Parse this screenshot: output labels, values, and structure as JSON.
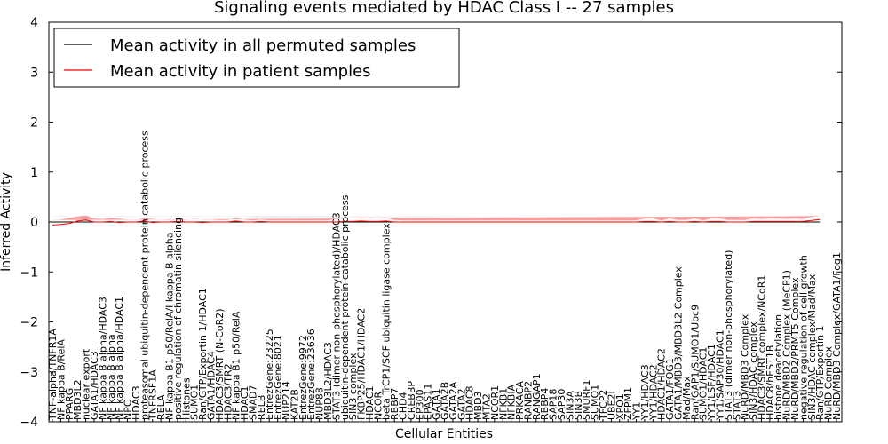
{
  "chart_data": {
    "type": "line",
    "title": "Signaling events mediated by HDAC Class I -- 27 samples",
    "xlabel": "Cellular Entities",
    "ylabel": "Inferred Activity",
    "ylim": [
      -4,
      4
    ],
    "yticks": [
      "4",
      "3",
      "2",
      "1",
      "0",
      "−1",
      "−2",
      "−3",
      "−4"
    ],
    "legend_position": "top-left",
    "categories": [
      "TNF-alpha/TNFR1A",
      "NF kappa B/RelA",
      "PPARG",
      "MBD3L2",
      "nuclear export",
      "GATA1/HDAC3",
      "NF kappa B alpha/HDAC3",
      "NF kappa B alpha",
      "NF kappa B alpha/HDAC1",
      "NPC",
      "HDAC3",
      "proteasomal ubiquitin-dependent protein catabolic process",
      "TNFRSF1A",
      "RELA",
      "NF kappa B1 p50/RelA/I kappa B alpha",
      "positive regulation of chromatin silencing",
      "Histones",
      "SUMO1",
      "Ran/GTP/Exportin 1/HDAC1",
      "GATA1/HDAC4",
      "HDAC3/SMRT (N-CoR2)",
      "HDAC3/TR2",
      "NF kappa B1 p50/RelA",
      "HDAC1",
      "SMAD7",
      "RELB",
      "EntrezGene:23225",
      "EntrezGene:8021",
      "NUP214",
      "KAT2B",
      "EntrezGene:9972",
      "EntrezGene:23636",
      "NUP88",
      "MBD3L2/HDAC3",
      "STAT3 (dimer non-phosphorylated)/HDAC3",
      "ubiquitin-dependent protein catabolic process",
      "SIN3 complex",
      "FKBP25/HDAC1/HDAC2",
      "HDAC1",
      "NCOR",
      "beta TrCP1/SCF ubiquitin ligase complex",
      "RBBP7",
      "CHD4",
      "CREBBP",
      "EP300",
      "EPAS11",
      "GATA1",
      "GATA2B",
      "GATA2A",
      "GATA2",
      "HDAC8",
      "MBD3",
      "MTA2",
      "NCOR1",
      "NFKB1",
      "NFKBIA",
      "PRKACA",
      "RANBP2",
      "RANGAP1",
      "RBBP4",
      "SAP18",
      "SAP30",
      "SIN3A",
      "SIN3B",
      "SMURF1",
      "SUMO1",
      "TFCP2",
      "UBE2I",
      "XPO1",
      "ZFPM1",
      "YY1",
      "YY1/HDAC3",
      "YY1/HDAC2",
      "HDAC1/HDAC2",
      "GATA1/FOG1",
      "GATA1/MBD3/MBD3L2 Complex",
      "Mad/Max",
      "Ran/GAP1/SUMO1/Ubc9",
      "SUMO1/HDAC1",
      "YY1/LSF/HDAC1",
      "YY1/SAP30/HDAC1",
      "STAT3 (dimer non-phosphorylated)",
      "STAT3",
      "NuRD/MBD3 Complex",
      "SIN3/HDAC complex",
      "HDAC3/SMRT complex/NCoR1",
      "HDAC8/hEST1B",
      "histone deacetylation",
      "NuRD/MBD2 Complex (MeCP1)",
      "NuRD/MBD2/PRMT5 Complex",
      "negative regulation of cell growth",
      "SIN3/HDAC complex/Mad/Max",
      "Ran/GTP/Exportin 1",
      "NuRD Complex",
      "NuRD/MBD3 Complex/GATA1/Fog1"
    ],
    "series": [
      {
        "name": "Mean activity in all permuted samples",
        "color": "#000000",
        "values": [
          0,
          0,
          0,
          0,
          0,
          0,
          0,
          0,
          0,
          0,
          0,
          0,
          0,
          0,
          0,
          0,
          0,
          0,
          0,
          0,
          0,
          0,
          0,
          0,
          0,
          0,
          0,
          0,
          0,
          0,
          0,
          0,
          0,
          0,
          0,
          0,
          0,
          0,
          0,
          0,
          0,
          0,
          0,
          0,
          0,
          0,
          0,
          0,
          0,
          0,
          0,
          0,
          0,
          0,
          0,
          0,
          0,
          0,
          0,
          0,
          0,
          0,
          0,
          0,
          0,
          0,
          0,
          0,
          0,
          0,
          0,
          0,
          0,
          0,
          0,
          0,
          0,
          0,
          0,
          0,
          0,
          0,
          0,
          0,
          0,
          0,
          0,
          0,
          0,
          0,
          0,
          0,
          0
        ],
        "band_color": "#c8c8c8",
        "band_low": [
          -0.12,
          -0.13,
          -0.12,
          -0.12,
          -0.11,
          -0.12,
          -0.12,
          -0.12,
          -0.11,
          -0.11,
          -0.11,
          -0.12,
          -0.11,
          -0.11,
          -0.11,
          -0.11,
          -0.11,
          -0.11,
          -0.11,
          -0.11,
          -0.11,
          -0.11,
          -0.11,
          -0.11,
          -0.1,
          -0.1,
          -0.1,
          -0.1,
          -0.1,
          -0.1,
          -0.1,
          -0.1,
          -0.1,
          -0.1,
          -0.11,
          -0.1,
          -0.1,
          -0.1,
          -0.1,
          -0.1,
          -0.1,
          -0.1,
          -0.1,
          -0.1,
          -0.1,
          -0.1,
          -0.1,
          -0.1,
          -0.1,
          -0.1,
          -0.1,
          -0.1,
          -0.1,
          -0.1,
          -0.1,
          -0.1,
          -0.1,
          -0.1,
          -0.1,
          -0.1,
          -0.1,
          -0.1,
          -0.1,
          -0.1,
          -0.1,
          -0.1,
          -0.1,
          -0.1,
          -0.1,
          -0.1,
          -0.1,
          -0.1,
          -0.1,
          -0.1,
          -0.1,
          -0.1,
          -0.1,
          -0.1,
          -0.1,
          -0.1,
          -0.1,
          -0.1,
          -0.1,
          -0.1,
          -0.1,
          -0.1,
          -0.1,
          -0.1,
          -0.1,
          -0.1,
          -0.1,
          -0.1,
          -0.1
        ],
        "band_high": [
          0.12,
          0.13,
          0.12,
          0.12,
          0.11,
          0.12,
          0.12,
          0.12,
          0.11,
          0.11,
          0.11,
          0.12,
          0.11,
          0.11,
          0.11,
          0.11,
          0.11,
          0.11,
          0.11,
          0.11,
          0.11,
          0.11,
          0.11,
          0.11,
          0.1,
          0.1,
          0.1,
          0.1,
          0.1,
          0.1,
          0.1,
          0.1,
          0.1,
          0.1,
          0.11,
          0.1,
          0.1,
          0.1,
          0.1,
          0.1,
          0.1,
          0.1,
          0.1,
          0.1,
          0.1,
          0.1,
          0.1,
          0.1,
          0.1,
          0.1,
          0.1,
          0.1,
          0.1,
          0.1,
          0.1,
          0.1,
          0.1,
          0.1,
          0.1,
          0.1,
          0.1,
          0.1,
          0.1,
          0.1,
          0.1,
          0.1,
          0.1,
          0.1,
          0.1,
          0.1,
          0.1,
          0.1,
          0.1,
          0.1,
          0.1,
          0.1,
          0.1,
          0.1,
          0.1,
          0.1,
          0.1,
          0.1,
          0.1,
          0.1,
          0.1,
          0.1,
          0.1,
          0.1,
          0.1,
          0.1,
          0.1,
          0.1,
          0.1
        ]
      },
      {
        "name": "Mean activity in patient samples",
        "color": "#ff0000",
        "values": [
          -0.06,
          -0.05,
          -0.03,
          0.02,
          0.04,
          0.0,
          0.0,
          0.01,
          -0.01,
          0.0,
          0.0,
          0.02,
          -0.01,
          0.0,
          0.0,
          0.01,
          0.0,
          0.0,
          -0.01,
          0.0,
          0.0,
          0.0,
          0.02,
          0.0,
          0.0,
          0.01,
          0.0,
          0.0,
          0.0,
          0.0,
          0.0,
          0.0,
          0.0,
          0.0,
          0.0,
          0.01,
          0.01,
          0.02,
          0.01,
          0.01,
          0.02,
          0.0,
          0.0,
          0.0,
          0.0,
          0.0,
          0.0,
          0.0,
          0.0,
          0.0,
          0.0,
          0.0,
          0.0,
          0.0,
          0.0,
          0.0,
          0.0,
          0.0,
          0.0,
          0.0,
          0.0,
          0.0,
          0.0,
          0.0,
          0.0,
          0.0,
          0.0,
          0.0,
          0.0,
          0.0,
          0.0,
          0.01,
          0.01,
          0.0,
          0.01,
          0.0,
          0.0,
          0.01,
          0.0,
          0.01,
          0.01,
          0.0,
          0.0,
          0.0,
          0.01,
          0.01,
          0.01,
          0.01,
          0.01,
          0.01,
          0.01,
          0.03,
          0.05
        ],
        "band_color": "#f08080",
        "band_low": [
          -0.16,
          -0.15,
          -0.13,
          -0.1,
          -0.08,
          -0.07,
          -0.06,
          -0.06,
          -0.08,
          -0.05,
          -0.04,
          -0.05,
          -0.07,
          -0.05,
          -0.04,
          -0.05,
          -0.06,
          -0.07,
          -0.09,
          -0.05,
          -0.04,
          -0.04,
          -0.05,
          -0.04,
          -0.03,
          -0.03,
          -0.03,
          -0.03,
          -0.03,
          -0.03,
          -0.03,
          -0.03,
          -0.03,
          -0.03,
          -0.05,
          -0.06,
          -0.06,
          -0.07,
          -0.06,
          -0.06,
          -0.06,
          -0.04,
          -0.03,
          -0.03,
          -0.03,
          -0.03,
          -0.03,
          -0.03,
          -0.03,
          -0.03,
          -0.03,
          -0.03,
          -0.03,
          -0.03,
          -0.03,
          -0.03,
          -0.03,
          -0.03,
          -0.03,
          -0.03,
          -0.03,
          -0.03,
          -0.03,
          -0.03,
          -0.03,
          -0.03,
          -0.03,
          -0.03,
          -0.03,
          -0.03,
          -0.03,
          -0.06,
          -0.06,
          -0.03,
          -0.06,
          -0.04,
          -0.04,
          -0.06,
          -0.03,
          -0.06,
          -0.06,
          -0.04,
          -0.04,
          -0.04,
          -0.06,
          -0.05,
          -0.06,
          -0.06,
          -0.05,
          -0.06,
          -0.05,
          -0.05,
          -0.04
        ],
        "band_high": [
          0.04,
          0.05,
          0.08,
          0.11,
          0.13,
          0.07,
          0.06,
          0.08,
          0.07,
          0.05,
          0.04,
          0.08,
          0.06,
          0.05,
          0.04,
          0.07,
          0.05,
          0.06,
          0.05,
          0.05,
          0.04,
          0.04,
          0.09,
          0.05,
          0.03,
          0.05,
          0.03,
          0.03,
          0.03,
          0.03,
          0.03,
          0.03,
          0.03,
          0.03,
          0.06,
          0.07,
          0.07,
          0.09,
          0.08,
          0.07,
          0.08,
          0.04,
          0.03,
          0.03,
          0.03,
          0.03,
          0.03,
          0.03,
          0.03,
          0.03,
          0.03,
          0.03,
          0.03,
          0.03,
          0.03,
          0.03,
          0.03,
          0.03,
          0.03,
          0.03,
          0.03,
          0.03,
          0.03,
          0.03,
          0.03,
          0.03,
          0.03,
          0.03,
          0.03,
          0.03,
          0.03,
          0.07,
          0.07,
          0.03,
          0.07,
          0.04,
          0.04,
          0.07,
          0.03,
          0.07,
          0.07,
          0.04,
          0.04,
          0.04,
          0.07,
          0.06,
          0.07,
          0.07,
          0.06,
          0.07,
          0.06,
          0.1,
          0.12
        ]
      }
    ]
  }
}
